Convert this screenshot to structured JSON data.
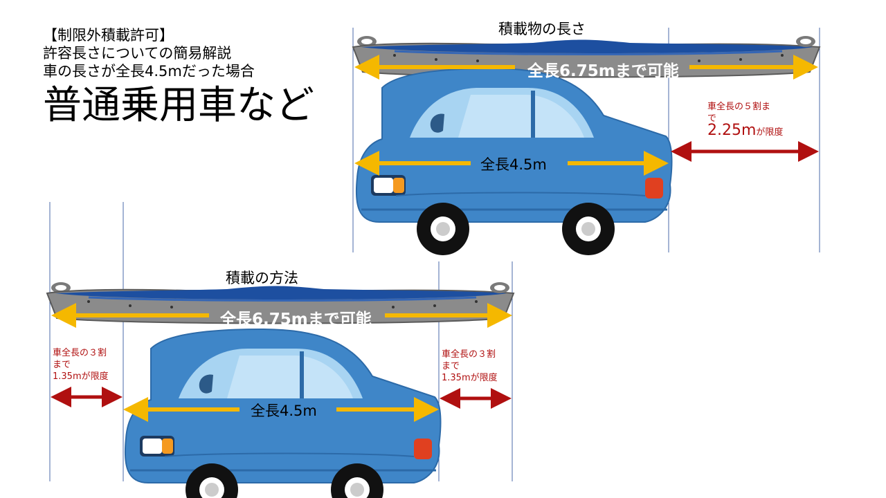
{
  "header": {
    "line1": "【制限外積載許可】",
    "line2": "許容長さについての簡易解説",
    "line3": "車の長さが全長4.5mだった場合",
    "big": "普通乗用車など"
  },
  "top_diagram": {
    "caption": "積載物の長さ",
    "kayak_length_label": "全長6.75mまで可能",
    "car_length_label": "全長4.5m",
    "overhang_note_line1": "車全長の５割ま",
    "overhang_note_line2": "で",
    "overhang_value": "2.25m",
    "overhang_suffix": "が限度"
  },
  "bottom_diagram": {
    "caption": "積載の方法",
    "kayak_length_label": "全長6.75mまで可能",
    "car_length_label": "全長4.5m",
    "front_note_line1": "車全長の３割",
    "front_note_line2": "まで",
    "front_note_value": "1.35mが限度",
    "rear_note_line1": "車全長の３割",
    "rear_note_line2": "まで",
    "rear_note_value": "1.35mが限度"
  },
  "colors": {
    "car_body": "#3f86c8",
    "car_roof": "#4b93d3",
    "window": "#a8d4f2",
    "kayak_hull": "#8b8b8b",
    "kayak_deck": "#1d4fa0",
    "arrow_yellow": "#f5b800",
    "arrow_red": "#b01010",
    "guide_line": "#4a6aa8"
  }
}
